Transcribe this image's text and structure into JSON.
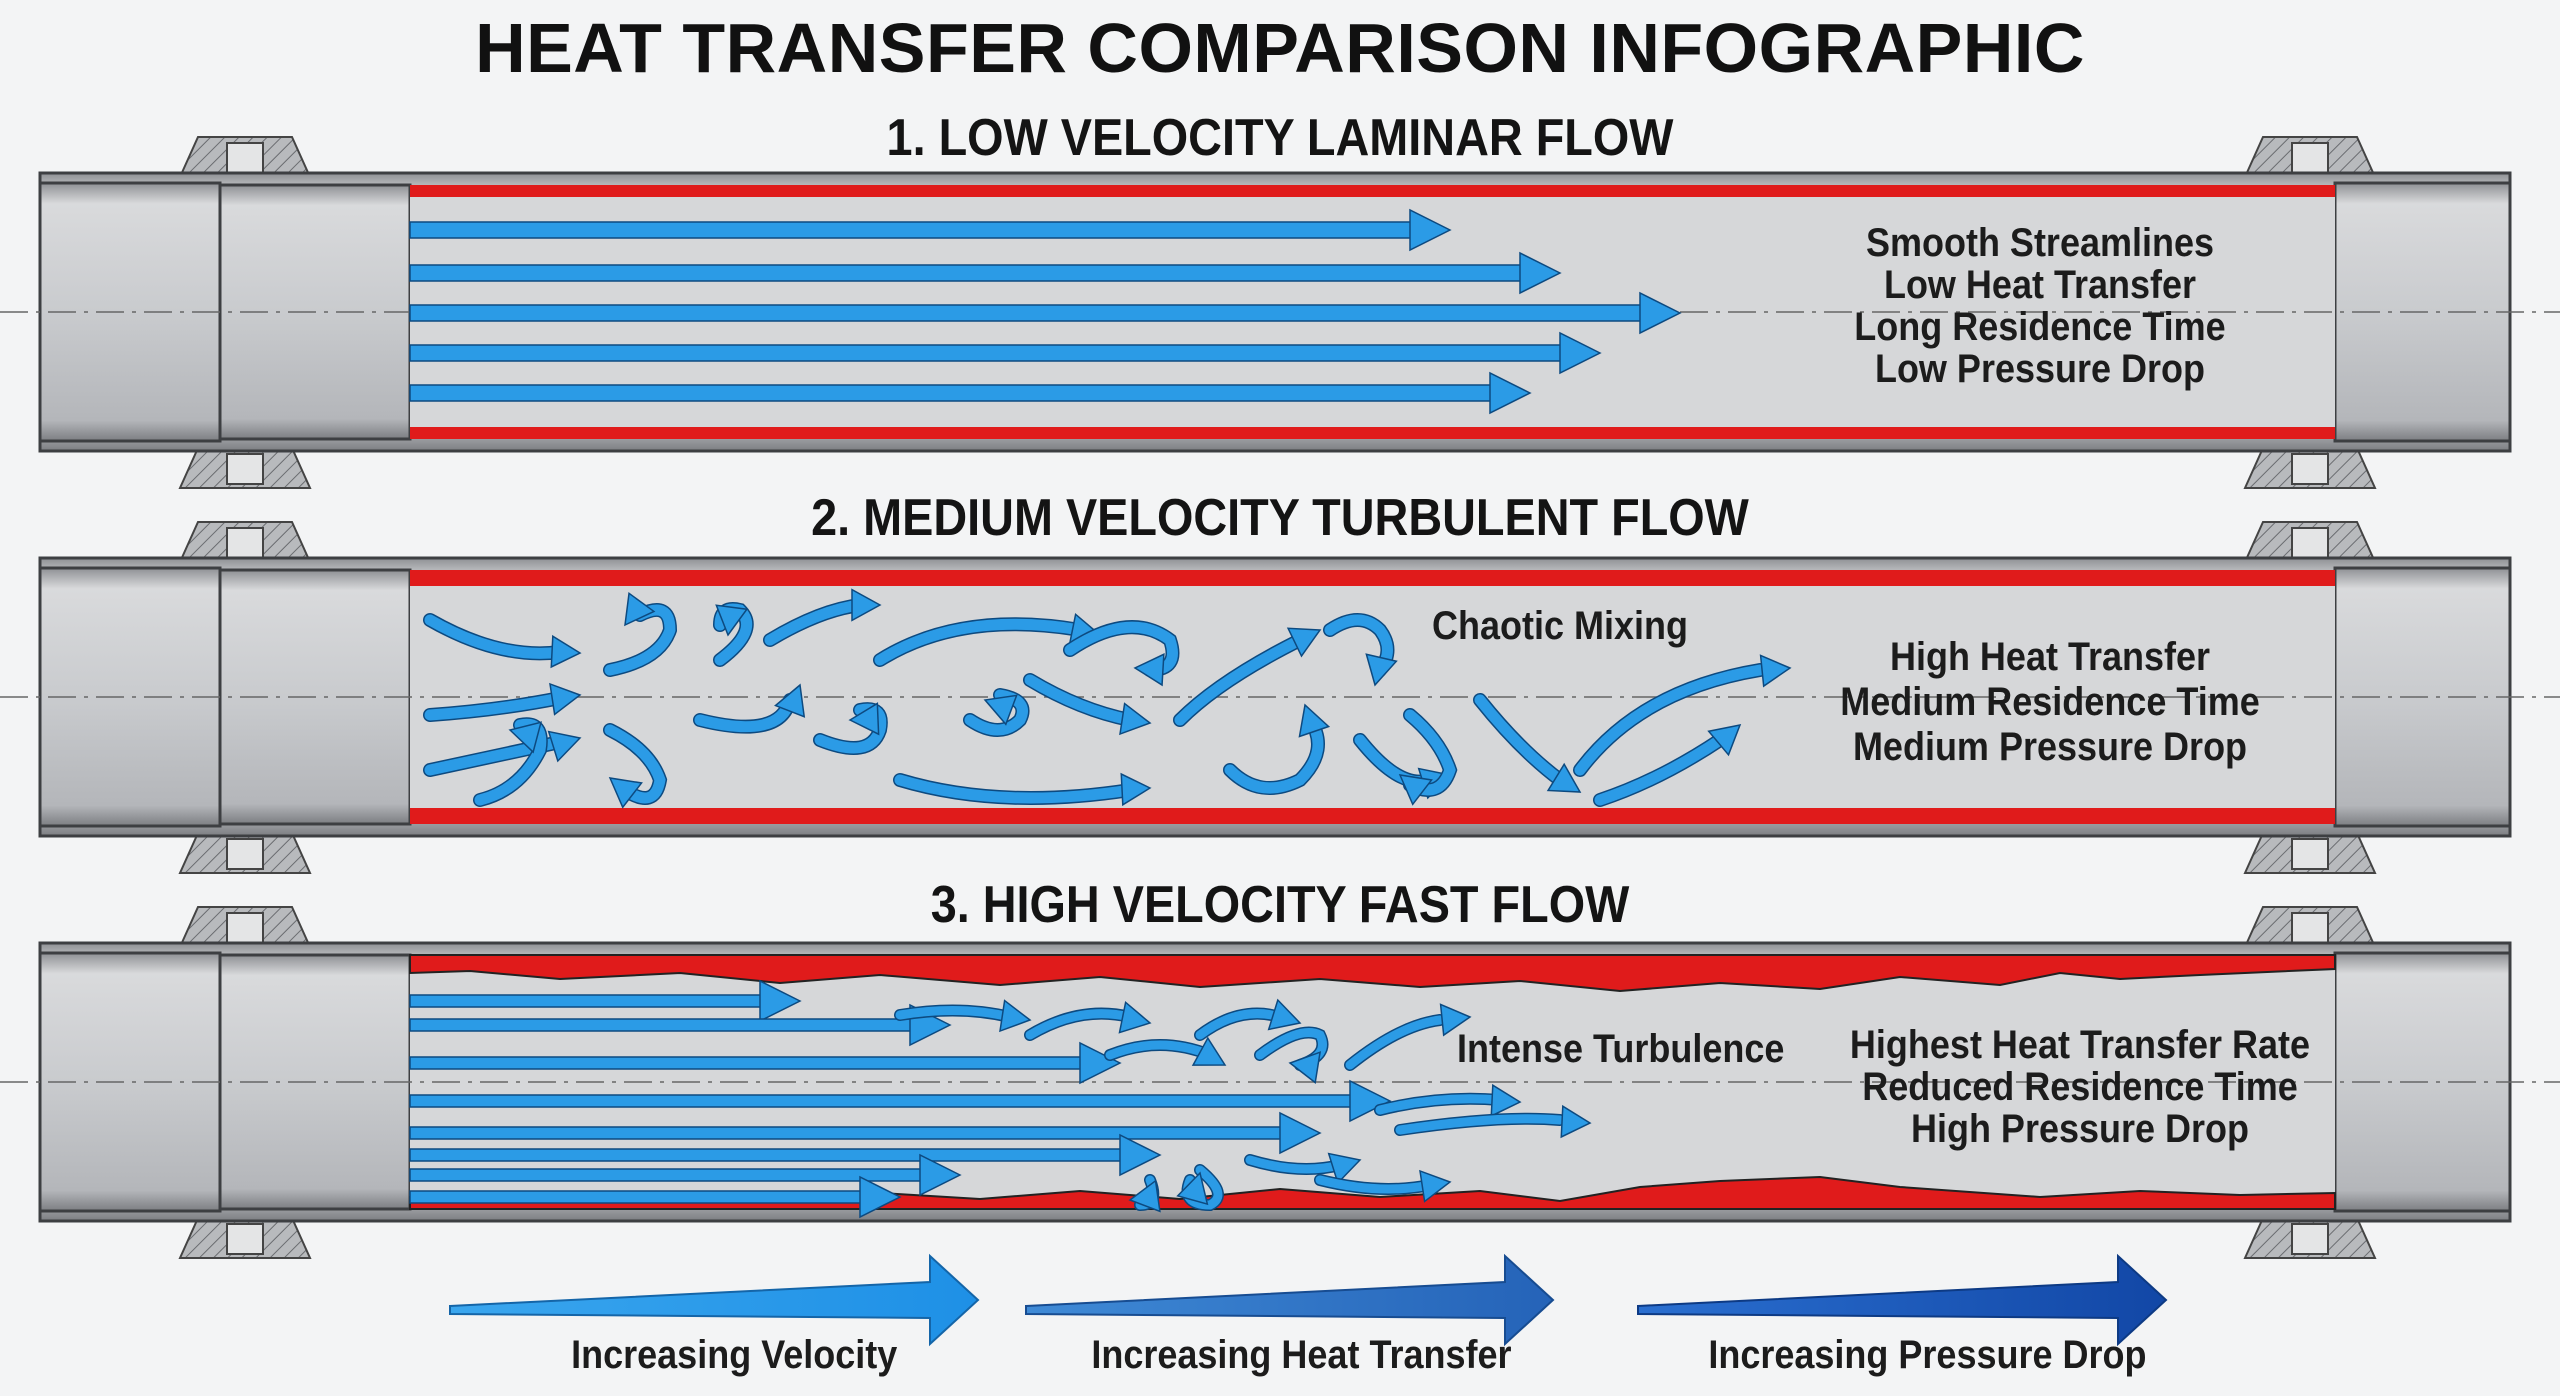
{
  "title": "HEAT TRANSFER COMPARISON INFOGRAPHIC",
  "sections": [
    {
      "heading": "1. LOW VELOCITY LAMINAR FLOW",
      "region_label": "",
      "properties": [
        "Smooth Streamlines",
        "Low Heat Transfer",
        "Long Residence Time",
        "Low Pressure Drop"
      ]
    },
    {
      "heading": "2. MEDIUM VELOCITY TURBULENT FLOW",
      "region_label": "Chaotic Mixing",
      "properties": [
        "High Heat Transfer",
        "Medium Residence Time",
        "Medium Pressure Drop"
      ]
    },
    {
      "heading": "3. HIGH VELOCITY FAST FLOW",
      "region_label": "Intense Turbulence",
      "properties": [
        "Highest Heat Transfer Rate",
        "Reduced Residence Time",
        "High Pressure Drop"
      ]
    }
  ],
  "trend_arrows": [
    {
      "label": "Increasing Velocity",
      "color": "#2196e8"
    },
    {
      "label": "Increasing Heat Transfer",
      "color": "#2c6fc4"
    },
    {
      "label": "Increasing Pressure Drop",
      "color": "#1a57b8"
    }
  ],
  "colors": {
    "flow_arrow": "#2b9be6",
    "heat_wall": "#e01b1b",
    "pipe_metal": "#c4c6c9"
  }
}
